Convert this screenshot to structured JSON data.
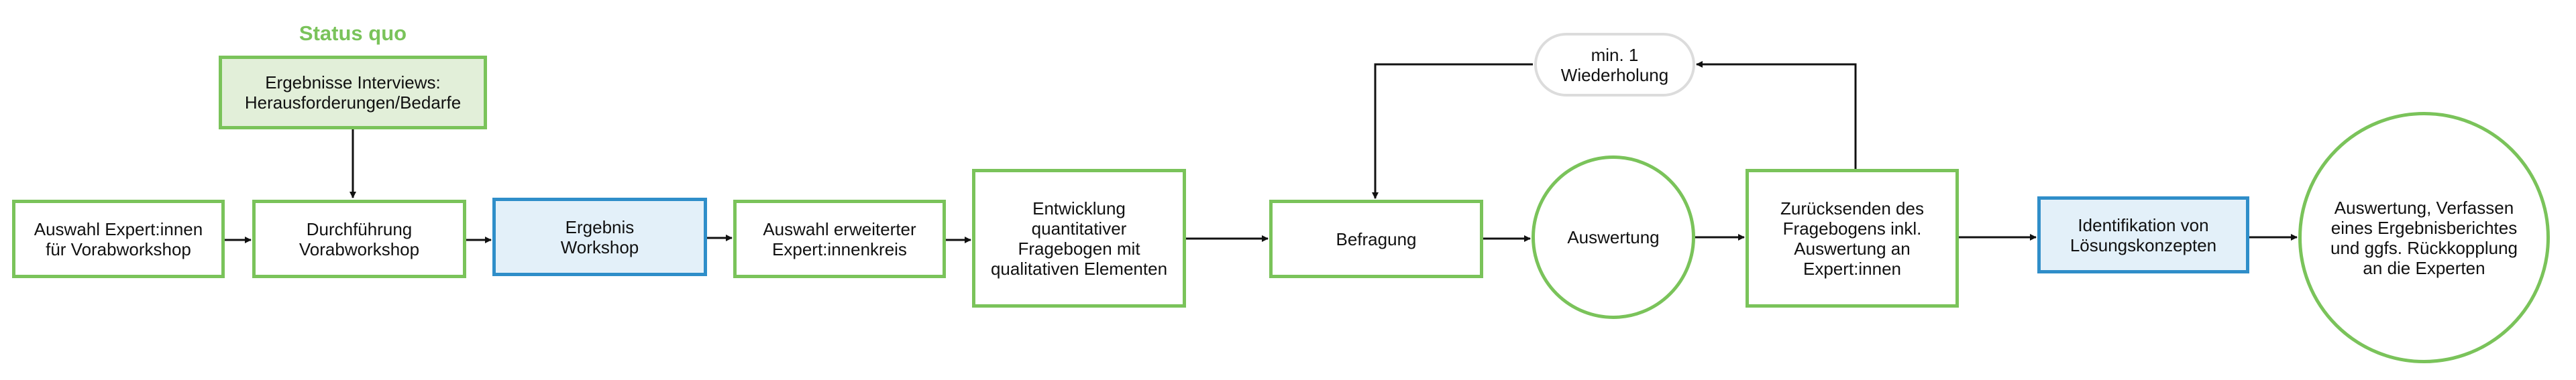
{
  "status_quo": {
    "title": "Status quo",
    "interviews": "Ergebnisse Interviews:\nHerausforderungen/Bedarfe"
  },
  "steps": {
    "auswahl_vorab": "Auswahl Expert:innen\nfür Vorabworkshop",
    "durchfuehrung": "Durchführung\nVorabworkshop",
    "ergebnis_workshop": "Ergebnis\nWorkshop",
    "auswahl_erweitert": "Auswahl erweiterter\nExpert:innenkreis",
    "entwicklung": "Entwicklung\nquantitativer\nFragebogen mit\nqualitativen Elementen",
    "befragung": "Befragung",
    "auswertung": "Auswertung",
    "zuruecksenden": "Zurücksenden des\nFragebogens inkl.\nAuswertung an\nExpert:innen",
    "identifikation": "Identifikation von\nLösungskonzepten",
    "auswertung_final": "Auswertung, Verfassen\neines Ergebnisberichtes\nund ggfs. Rückkopplung\nan die Experten"
  },
  "loop": {
    "label": "min. 1\nWiederholung"
  },
  "colors": {
    "green": "#7ac35a",
    "green_fill": "#e2efd9",
    "blue": "#2f8ec9",
    "blue_fill": "#e3f0f9",
    "grey": "#dcdcdc"
  }
}
